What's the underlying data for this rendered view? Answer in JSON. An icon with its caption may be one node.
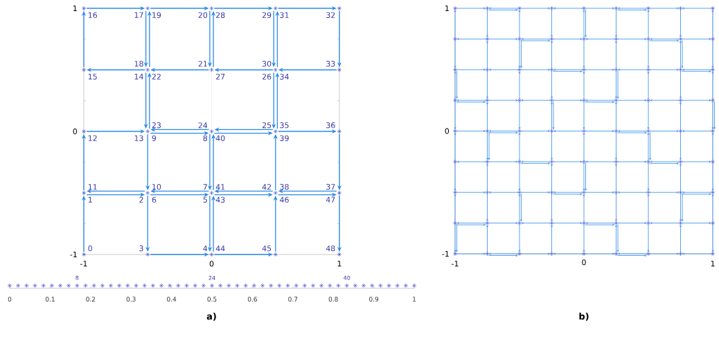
{
  "diagram": {
    "nodes": [
      {
        "text": [],
        "shape": "point",
        "beside": [
          "16"
        ]
      },
      {
        "text": [],
        "shape": "point",
        "beside": [
          "17",
          "19"
        ]
      },
      {
        "text": [],
        "shape": "point",
        "beside": [
          "20",
          "28"
        ]
      },
      {
        "text": [],
        "shape": "point",
        "beside": [
          "29",
          "31"
        ]
      },
      {
        "text": [],
        "shape": "point",
        "beside": [
          "32"
        ]
      },
      {
        "text": [],
        "shape": "point",
        "beside": [
          "15"
        ]
      },
      {
        "text": [],
        "shape": "point",
        "beside": [
          "18",
          "14",
          "22"
        ]
      },
      {
        "text": [],
        "shape": "point",
        "beside": [
          "21",
          "27"
        ]
      },
      {
        "text": [],
        "shape": "point",
        "beside": [
          "30",
          "26",
          "34"
        ]
      },
      {
        "text": [],
        "shape": "point",
        "beside": [
          "33"
        ]
      },
      {
        "text": [],
        "shape": "point",
        "beside": [
          "12"
        ]
      },
      {
        "text": [],
        "shape": "point",
        "beside": [
          "23",
          "13",
          "9"
        ]
      },
      {
        "text": [],
        "shape": "point",
        "beside": [
          "24",
          "8",
          "40"
        ]
      },
      {
        "text": [],
        "shape": "point",
        "beside": [
          "25",
          "35",
          "39"
        ]
      },
      {
        "text": [],
        "shape": "point",
        "beside": [
          "36"
        ]
      },
      {
        "text": [],
        "shape": "point",
        "beside": [
          "11",
          "1"
        ]
      },
      {
        "text": [],
        "shape": "point",
        "beside": [
          "10",
          "2",
          "6"
        ]
      },
      {
        "text": [],
        "shape": "point",
        "beside": [
          "7",
          "41",
          "5",
          "43"
        ]
      },
      {
        "text": [],
        "shape": "point",
        "beside": [
          "42",
          "38",
          "46"
        ]
      },
      {
        "text": [],
        "shape": "point",
        "beside": [
          "37",
          "47"
        ]
      },
      {
        "text": [],
        "shape": "point",
        "beside": [
          "0"
        ]
      },
      {
        "text": [],
        "shape": "point",
        "beside": [
          "3"
        ]
      },
      {
        "text": [],
        "shape": "point",
        "beside": [
          "4",
          "44"
        ]
      },
      {
        "text": [],
        "shape": "point",
        "beside": [
          "45"
        ]
      },
      {
        "text": [],
        "shape": "point",
        "beside": [
          "48"
        ]
      }
    ],
    "edges": [
      {
        "from": 20,
        "to": 15,
        "arrow": "to"
      },
      {
        "from": 15,
        "to": 16,
        "arrow": "to"
      },
      {
        "from": 16,
        "to": 21,
        "arrow": "to"
      },
      {
        "from": 21,
        "to": 22,
        "arrow": "to"
      },
      {
        "from": 22,
        "to": 17,
        "arrow": "to"
      },
      {
        "from": 17,
        "to": 16,
        "arrow": "to"
      },
      {
        "from": 16,
        "to": 17,
        "arrow": "to"
      },
      {
        "from": 17,
        "to": 12,
        "arrow": "to"
      },
      {
        "from": 12,
        "to": 11,
        "arrow": "to"
      },
      {
        "from": 11,
        "to": 16,
        "arrow": "to"
      },
      {
        "from": 16,
        "to": 15,
        "arrow": "to"
      },
      {
        "from": 15,
        "to": 10,
        "arrow": "to"
      },
      {
        "from": 10,
        "to": 11,
        "arrow": "to"
      },
      {
        "from": 11,
        "to": 6,
        "arrow": "to"
      },
      {
        "from": 6,
        "to": 5,
        "arrow": "to"
      },
      {
        "from": 5,
        "to": 0,
        "arrow": "to"
      },
      {
        "from": 0,
        "to": 1,
        "arrow": "to"
      },
      {
        "from": 1,
        "to": 6,
        "arrow": "to"
      },
      {
        "from": 6,
        "to": 1,
        "arrow": "to"
      },
      {
        "from": 1,
        "to": 2,
        "arrow": "to"
      },
      {
        "from": 2,
        "to": 7,
        "arrow": "to"
      },
      {
        "from": 7,
        "to": 6,
        "arrow": "to"
      },
      {
        "from": 6,
        "to": 11,
        "arrow": "to"
      },
      {
        "from": 11,
        "to": 12,
        "arrow": "to"
      },
      {
        "from": 12,
        "to": 13,
        "arrow": "to"
      },
      {
        "from": 13,
        "to": 8,
        "arrow": "to"
      },
      {
        "from": 8,
        "to": 7,
        "arrow": "to"
      },
      {
        "from": 7,
        "to": 2,
        "arrow": "to"
      },
      {
        "from": 2,
        "to": 3,
        "arrow": "to"
      },
      {
        "from": 3,
        "to": 8,
        "arrow": "to"
      },
      {
        "from": 8,
        "to": 3,
        "arrow": "to"
      },
      {
        "from": 3,
        "to": 4,
        "arrow": "to"
      },
      {
        "from": 4,
        "to": 9,
        "arrow": "to"
      },
      {
        "from": 9,
        "to": 8,
        "arrow": "to"
      },
      {
        "from": 8,
        "to": 13,
        "arrow": "to"
      },
      {
        "from": 13,
        "to": 14,
        "arrow": "to"
      },
      {
        "from": 14,
        "to": 19,
        "arrow": "to"
      },
      {
        "from": 19,
        "to": 18,
        "arrow": "to"
      },
      {
        "from": 18,
        "to": 13,
        "arrow": "to"
      },
      {
        "from": 13,
        "to": 12,
        "arrow": "to"
      },
      {
        "from": 12,
        "to": 17,
        "arrow": "to"
      },
      {
        "from": 17,
        "to": 18,
        "arrow": "to"
      },
      {
        "from": 18,
        "to": 17,
        "arrow": "to"
      },
      {
        "from": 17,
        "to": 22,
        "arrow": "to"
      },
      {
        "from": 22,
        "to": 23,
        "arrow": "to"
      },
      {
        "from": 23,
        "to": 18,
        "arrow": "to"
      },
      {
        "from": 18,
        "to": 19,
        "arrow": "to"
      },
      {
        "from": 19,
        "to": 24,
        "arrow": "to"
      }
    ],
    "labels": [
      "1",
      "0",
      "-1",
      "-1",
      "0",
      "1",
      "8",
      "24",
      "40",
      "0",
      "0.1",
      "0.2",
      "0.3",
      "0.4",
      "0.5",
      "0.6",
      "0.7",
      "0.8",
      "0.9",
      "1",
      "a)",
      "1",
      "0",
      "-1",
      "-1",
      "0",
      "1",
      "b)"
    ]
  }
}
